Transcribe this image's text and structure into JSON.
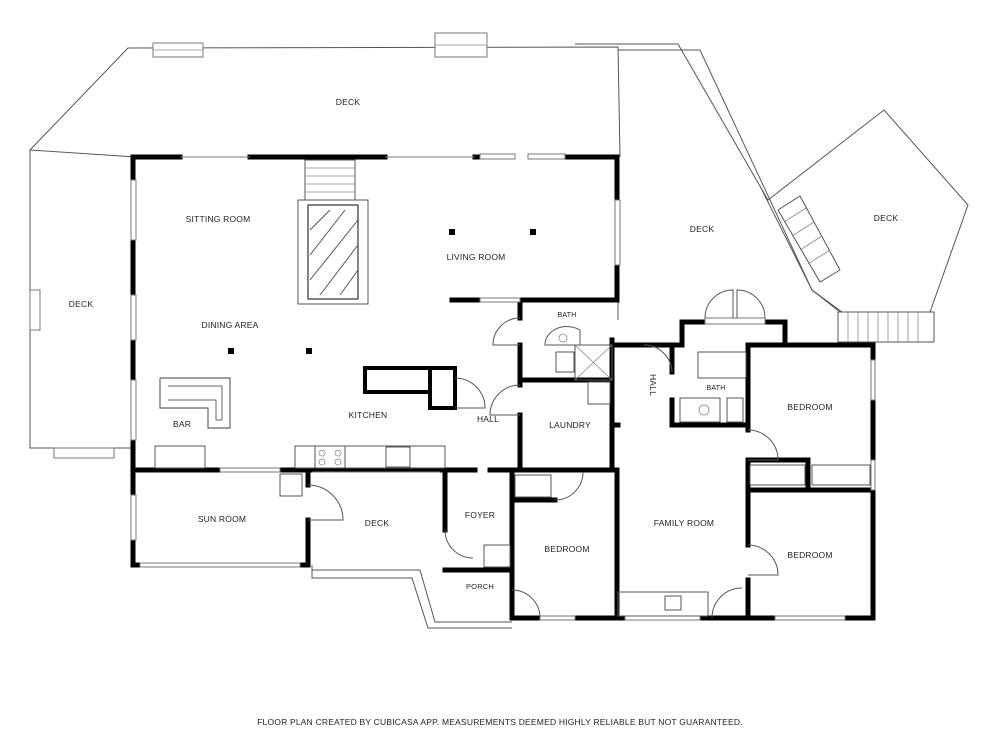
{
  "rooms": {
    "deck_top": "DECK",
    "deck_left": "DECK",
    "deck_right": "DECK",
    "deck_far_right": "DECK",
    "deck_middle": "DECK",
    "sitting_room": "SITTING ROOM",
    "living_room": "LIVING ROOM",
    "dining_area": "DINING AREA",
    "kitchen": "KITCHEN",
    "bar": "BAR",
    "hall_main": "HALL",
    "hall_side": "HALL",
    "laundry": "LAUNDRY",
    "bath_1": "BATH",
    "bath_2": "BATH",
    "bedroom_1": "BEDROOM",
    "bedroom_2": "BEDROOM",
    "bedroom_3": "BEDROOM",
    "family_room": "FAMILY ROOM",
    "sun_room": "SUN ROOM",
    "foyer": "FOYER",
    "porch": "PORCH"
  },
  "footer": {
    "note": "FLOOR PLAN CREATED BY CUBICASA APP. MEASUREMENTS DEEMED HIGHLY RELIABLE BUT NOT GUARANTEED."
  }
}
